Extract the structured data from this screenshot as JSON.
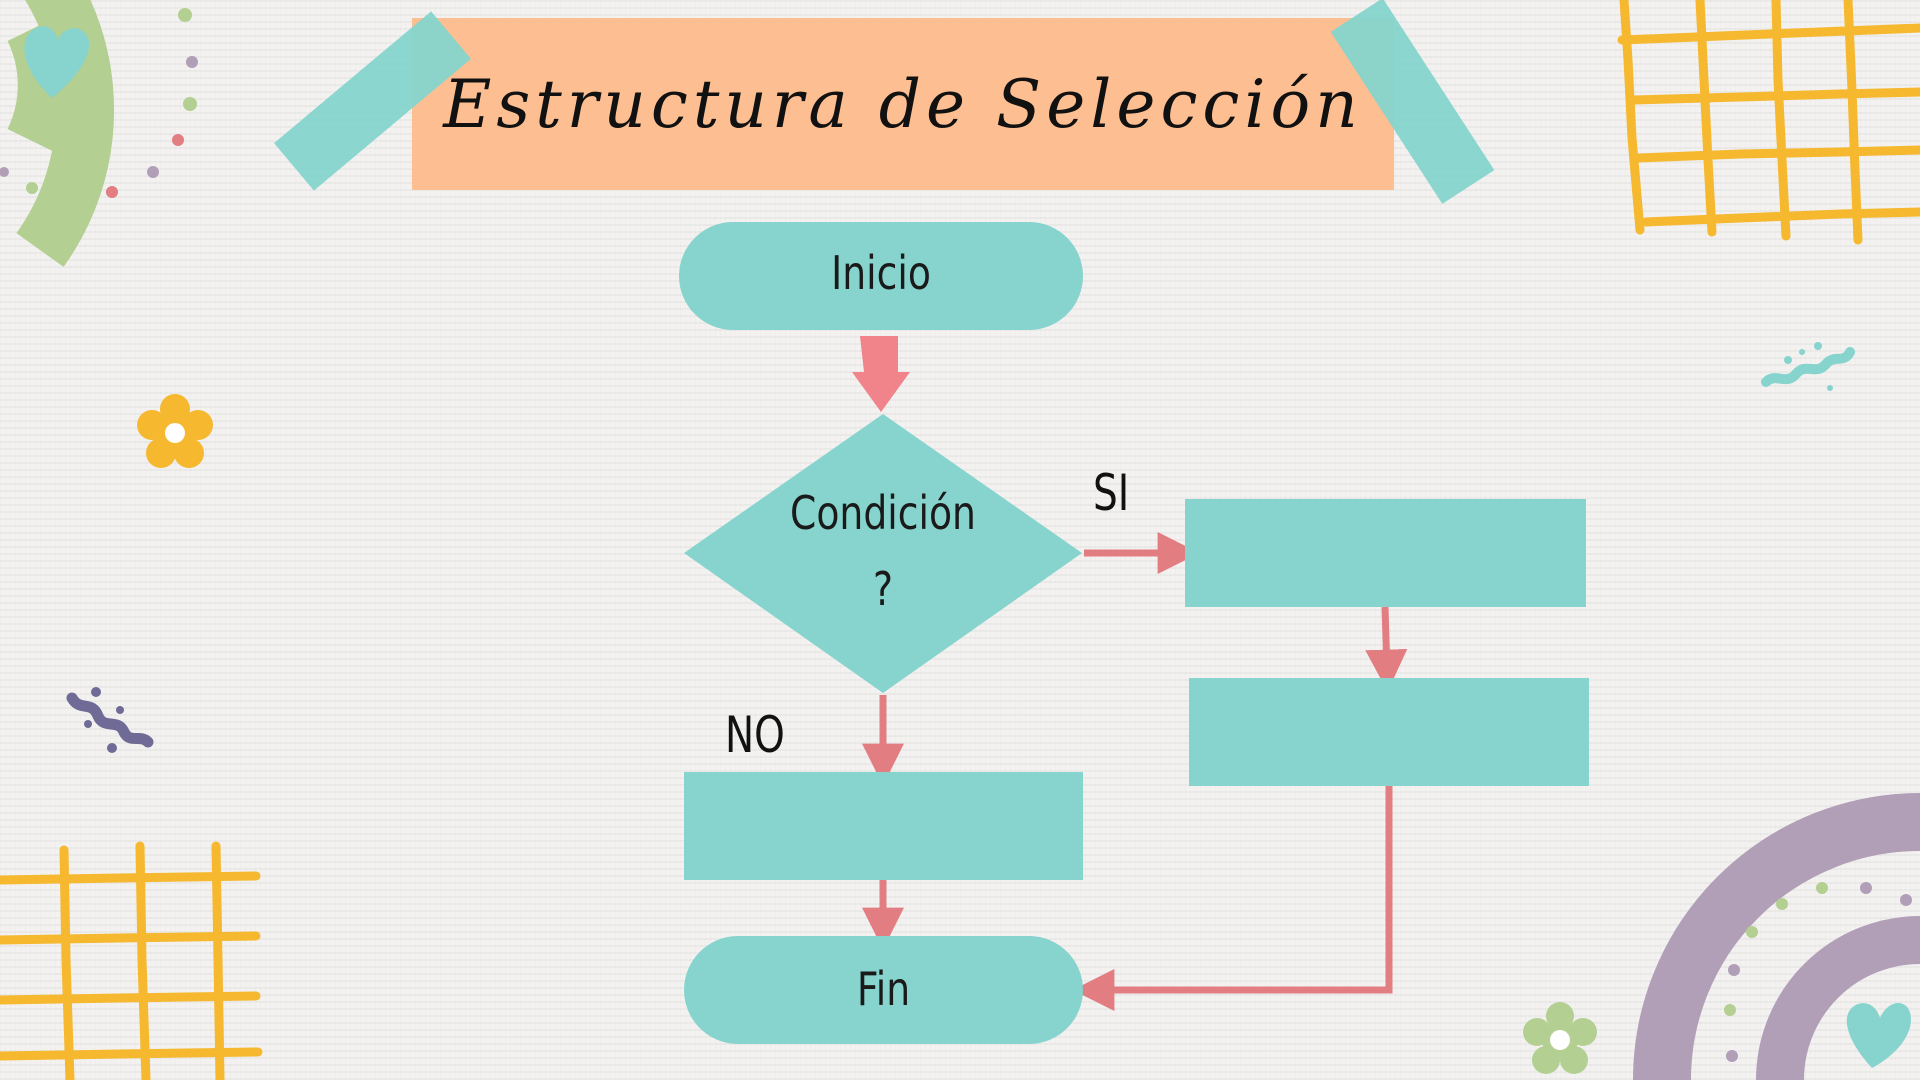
{
  "title": "Estructura de Selección",
  "nodes": {
    "start": "Inicio",
    "condition_line1": "Condición",
    "condition_line2": "?",
    "end": "Fin"
  },
  "branches": {
    "yes": "SI",
    "no": "NO"
  },
  "colors": {
    "node_fill": "#86d4cd",
    "arrow": "#e27d82",
    "title_banner": "#fdbf92",
    "grid_yellow": "#f5b82f",
    "rainbow_green": "#b3cf91",
    "rainbow_purple": "#b19fb8"
  },
  "icons": [
    "heart-icon",
    "flower-icon",
    "squiggle-icon"
  ]
}
